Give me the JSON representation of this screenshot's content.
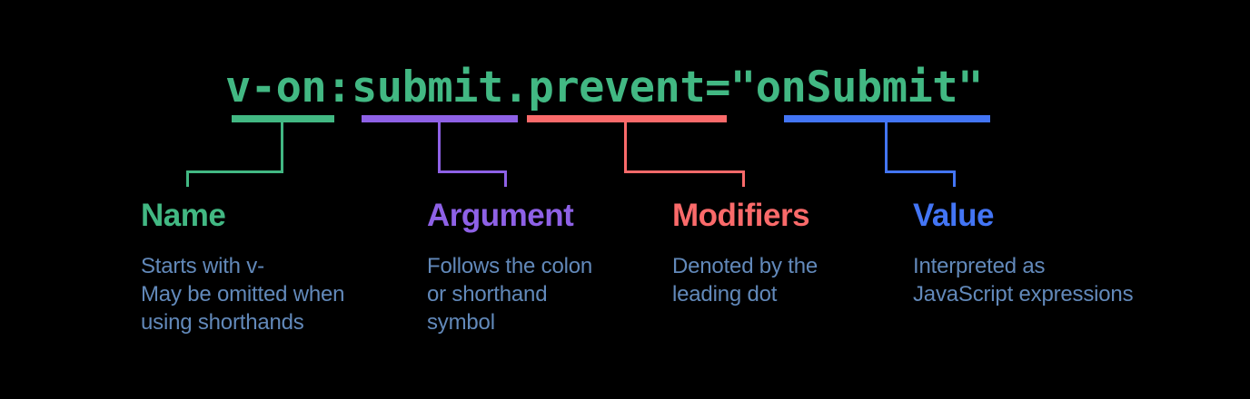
{
  "background": "#000000",
  "description_color": "#6289ba",
  "code": {
    "text": "v-on:submit.prevent=\"onSubmit\"",
    "color": "#42b883"
  },
  "segments": [
    {
      "id": "name",
      "label": "Name",
      "color": "#42b883",
      "description": [
        "Starts with v-",
        "May be omitted when",
        "using shorthands"
      ]
    },
    {
      "id": "argument",
      "label": "Argument",
      "color": "#8e61e6",
      "description": [
        "Follows the colon",
        "or shorthand",
        "symbol"
      ]
    },
    {
      "id": "modifiers",
      "label": "Modifiers",
      "color": "#fa6a6a",
      "description": [
        "Denoted by the",
        "leading dot"
      ]
    },
    {
      "id": "value",
      "label": "Value",
      "color": "#4375f5",
      "description": [
        "Interpreted as",
        "JavaScript expressions"
      ]
    }
  ]
}
